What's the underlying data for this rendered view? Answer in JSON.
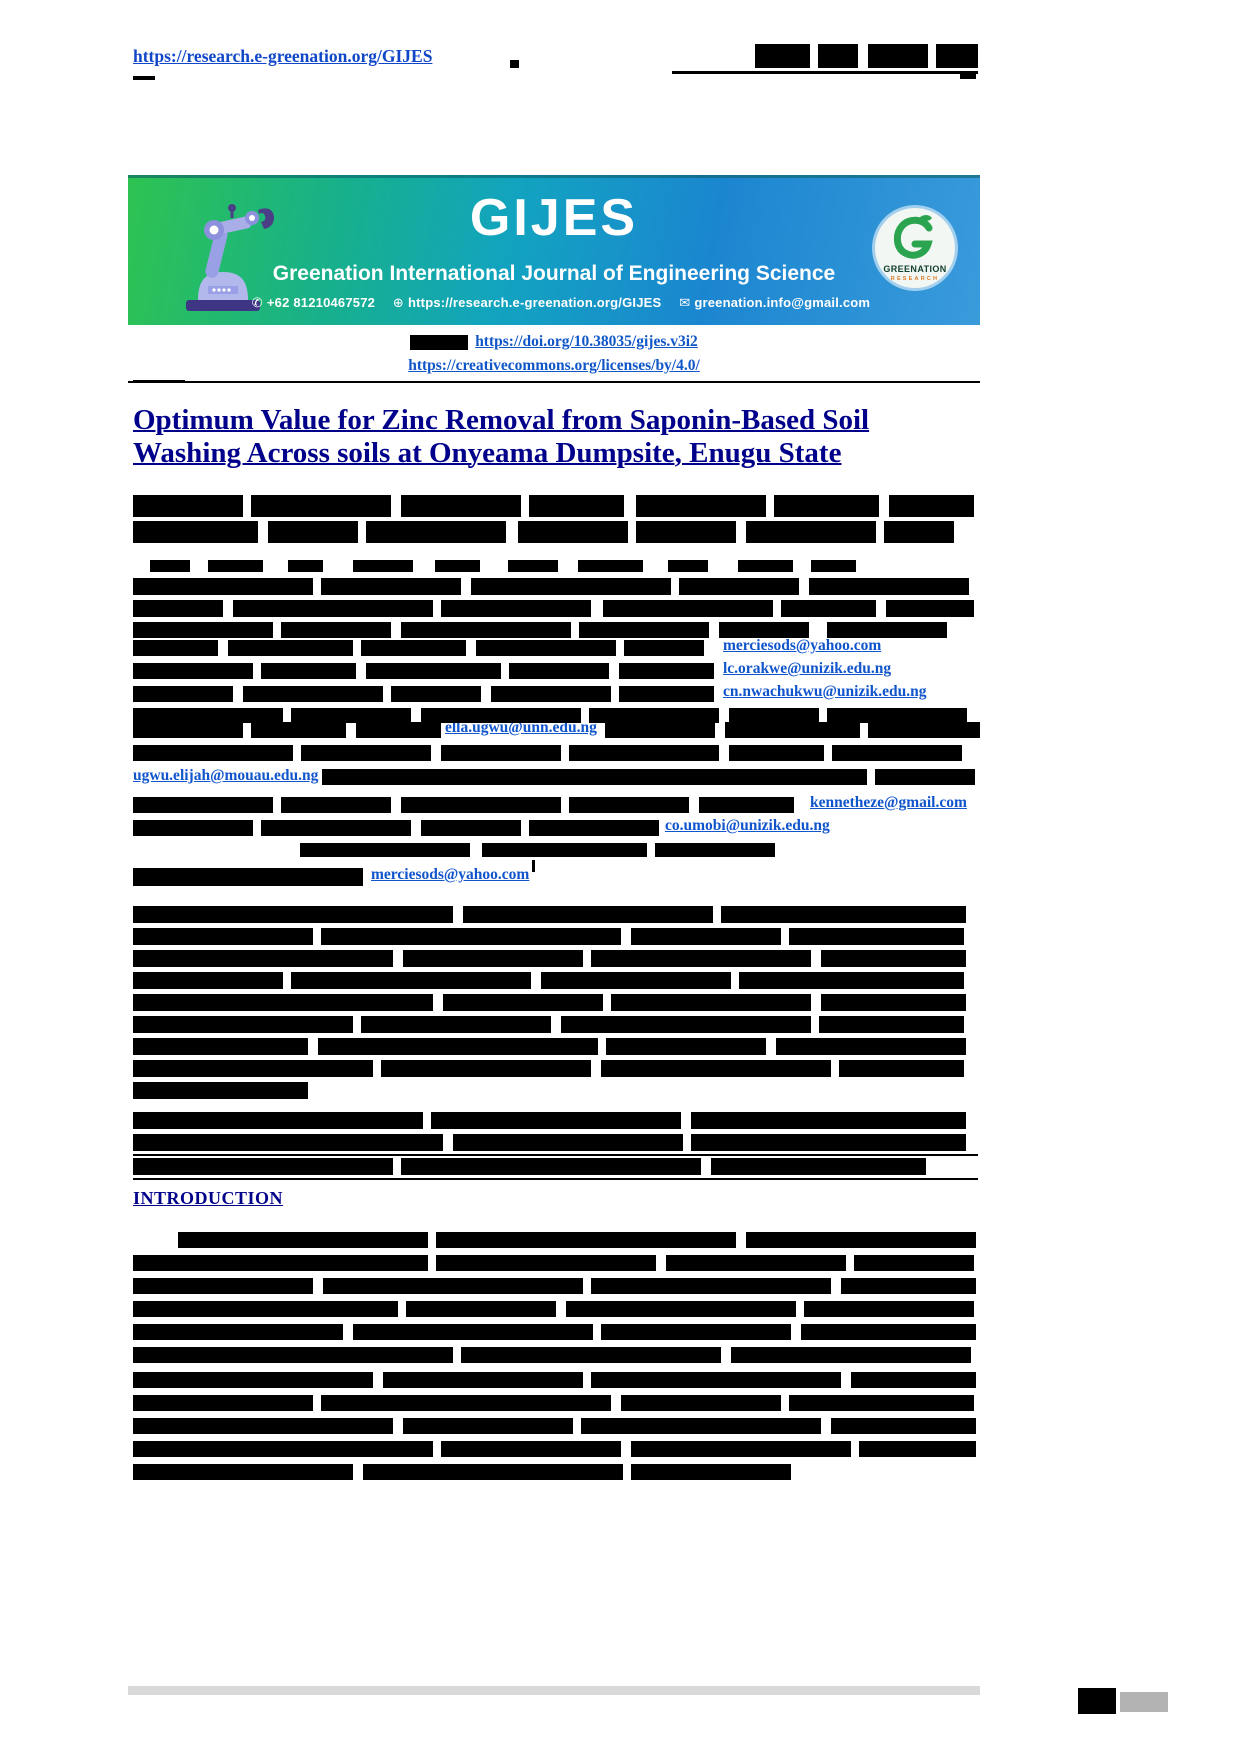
{
  "header": {
    "journal_url": "https://research.e-greenation.org/GIJES"
  },
  "banner": {
    "acronym": "GIJES",
    "name": "Greenation International Journal of Engineering Science",
    "phone": "+62 81210467572",
    "website": "https://research.e-greenation.org/GIJES",
    "email": "greenation.info@gmail.com",
    "logo_top": "GREENATION",
    "logo_bottom": "RESEARCH",
    "colors": {
      "gradient_left": "#2ec351",
      "gradient_mid": "#12a3c0",
      "gradient_right": "#3a9bdb"
    }
  },
  "links": {
    "doi_link": "https://doi.org/10.38035/gijes.v3i2",
    "license_link": "https://creativecommons.org/licenses/by/4.0/"
  },
  "title": {
    "line1": "Optimum Value for Zinc Removal from Saponin-Based Soil",
    "line2": "Washing Across soils at Onyeama Dumpsite, Enugu State"
  },
  "authors": {
    "emails": [
      "merciesods@yahoo.com",
      "lc.orakwe@unizik.edu.ng",
      "cn.nwachukwu@unizik.edu.ng",
      "ella.ugwu@unn.edu.ng",
      "ugwu.elijah@mouau.edu.ng",
      "kennetheze@gmail.com",
      "co.umobi@unizik.edu.ng"
    ],
    "corresponding_email": "merciesods@yahoo.com"
  },
  "sections": {
    "introduction_heading": "INTRODUCTION"
  },
  "colors": {
    "link_blue": "#1155cc",
    "title_navy": "#00008b",
    "redaction": "#000000"
  }
}
